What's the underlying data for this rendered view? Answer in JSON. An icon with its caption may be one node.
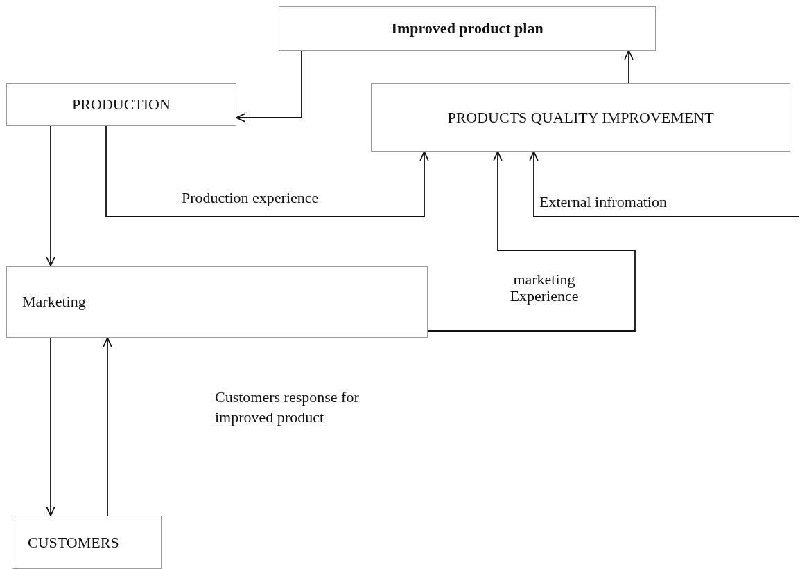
{
  "diagram": {
    "nodes": [
      {
        "text": [
          "Improved product plan"
        ]
      },
      {
        "text": [
          "PRODUCTION"
        ]
      },
      {
        "text": [
          "PRODUCTS QUALITY IMPROVEMENT"
        ]
      },
      {
        "text": [
          "Marketing"
        ]
      },
      {
        "text": [
          "CUSTOMERS"
        ]
      }
    ],
    "edges": [
      {
        "from": 0,
        "to": 1,
        "arrow": "to"
      },
      {
        "from": 2,
        "to": 0,
        "arrow": "to"
      },
      {
        "from": 1,
        "to": 2,
        "arrow": "to",
        "label": "Production experience"
      },
      {
        "from": 1,
        "to": 3,
        "arrow": "to"
      },
      {
        "from": 3,
        "to": 2,
        "arrow": "to",
        "label": "marketing Experience"
      },
      {
        "from": null,
        "to": 2,
        "arrow": "to",
        "label": "External infromation"
      },
      {
        "from": 3,
        "to": 4,
        "arrow": "to"
      },
      {
        "from": 4,
        "to": 3,
        "arrow": "to"
      }
    ],
    "labels": [
      "Customers response for improved product"
    ]
  }
}
